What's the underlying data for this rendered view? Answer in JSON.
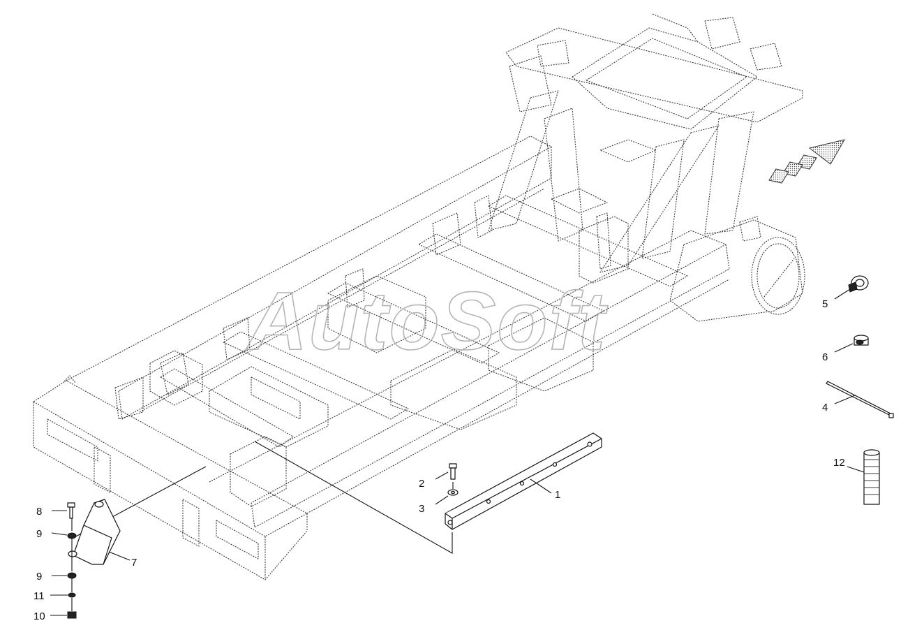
{
  "watermark": "AutoSoft",
  "callouts": {
    "c1": "1",
    "c2": "2",
    "c3": "3",
    "c4": "4",
    "c5": "5",
    "c6": "6",
    "c7": "7",
    "c8": "8",
    "c9a": "9",
    "c9b": "9",
    "c10": "10",
    "c11": "11",
    "c12": "12"
  },
  "icons": {
    "direction": "forward-direction-arrow-icon"
  }
}
